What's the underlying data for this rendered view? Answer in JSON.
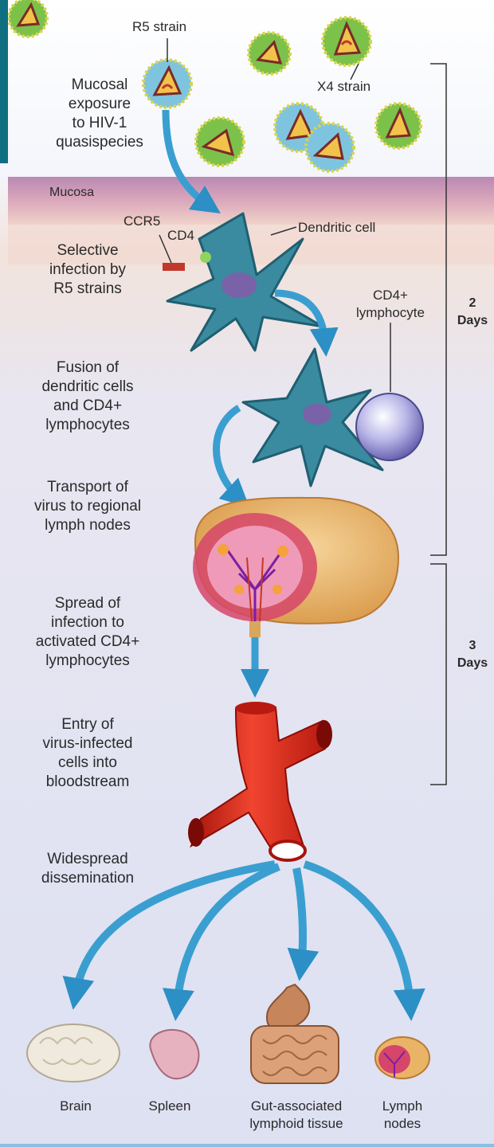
{
  "steps": {
    "mucosal_exposure": "Mucosal\nexposure\nto HIV-1\nquasispecies",
    "selective_infection": "Selective\ninfection by\nR5 strains",
    "fusion": "Fusion of\ndendritic cells\nand CD4+\nlymphocytes",
    "transport": "Transport of\nvirus to regional\nlymph nodes",
    "spread": "Spread of\ninfection to\nactivated CD4+\nlymphocytes",
    "entry": "Entry of\nvirus-infected\ncells into\nbloodstream",
    "dissemination": "Widespread\ndissemination"
  },
  "labels": {
    "r5_strain": "R5 strain",
    "x4_strain": "X4 strain",
    "mucosa": "Mucosa",
    "ccr5": "CCR5",
    "cd4": "CD4",
    "dendritic_cell": "Dendritic cell",
    "cd4_lymphocyte": "CD4+\nlymphocyte"
  },
  "timeline": {
    "phase1": "2\nDays",
    "phase2": "3\nDays"
  },
  "targets": {
    "brain": "Brain",
    "spleen": "Spleen",
    "galt": "Gut-associated\nlymphoid tissue",
    "lymph_nodes": "Lymph\nnodes"
  },
  "colors": {
    "background_top": "#ffffff",
    "background_bottom": "#dfe3f2",
    "mucosa_band": "#c79ab9",
    "arrow_blue": "#3a9fd0",
    "dendritic_teal": "#2f7f92",
    "vessel_red": "#e0311f",
    "lymph_node_tan": "#e7b265",
    "virus_green": "#7cc14a",
    "virus_blue": "#7fc4de"
  }
}
